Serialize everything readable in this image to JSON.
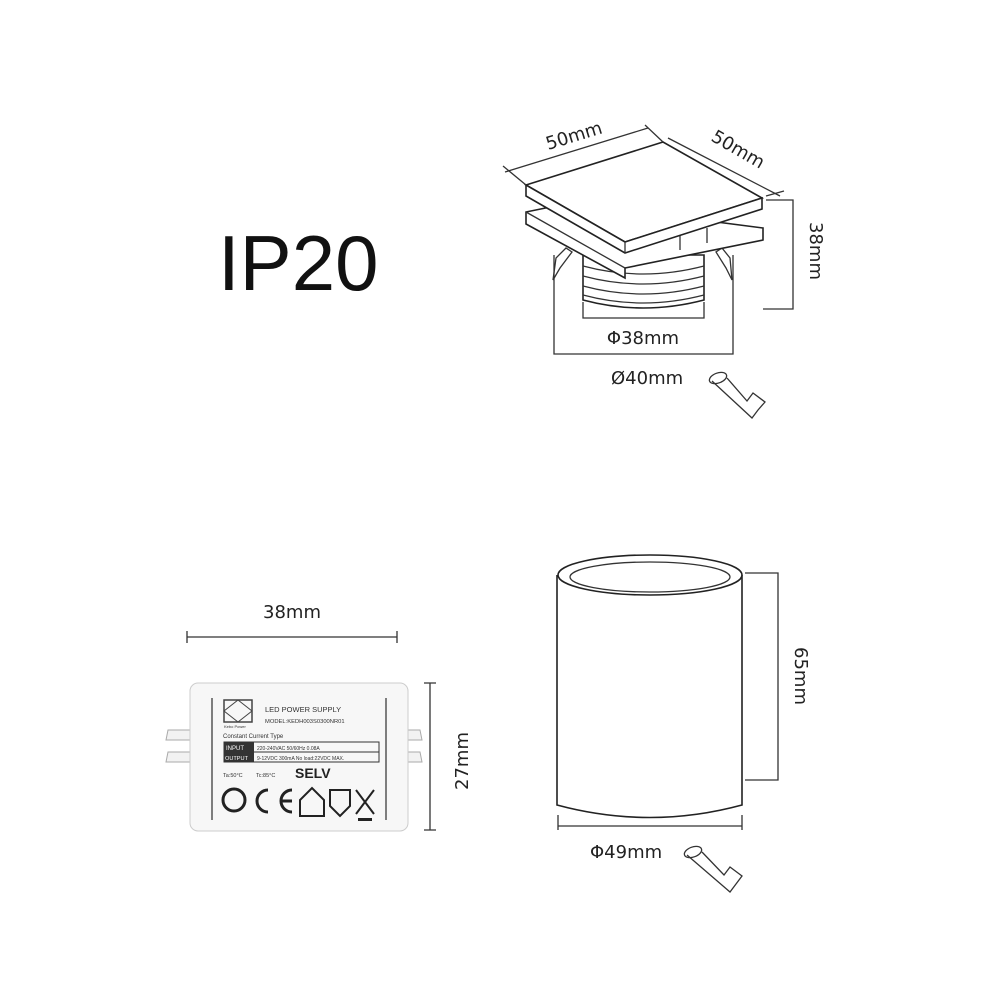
{
  "rating": "IP20",
  "fixture": {
    "width": "50mm",
    "depth": "50mm",
    "height": "38mm",
    "inner_diameter": "Φ38mm",
    "cutout_diameter": "Ø40mm"
  },
  "driver": {
    "length": "38mm",
    "height": "27mm",
    "label": {
      "brand": "Kebo Power",
      "title": "LED POWER SUPPLY",
      "model": "MODEL:KEDH003S0300NR01",
      "type": "Constant Current Type",
      "input_label": "INPUT",
      "input_value": "220-240VAC 50/60Hz 0.08A",
      "output_label": "OUTPUT",
      "output_value": "9-12VDC 300mA No load:22VDC MAX.",
      "ta": "Ta:50°C",
      "tc": "Tc:85°C",
      "selv": "SELV"
    }
  },
  "cylinder": {
    "height": "65mm",
    "diameter": "Φ49mm"
  }
}
